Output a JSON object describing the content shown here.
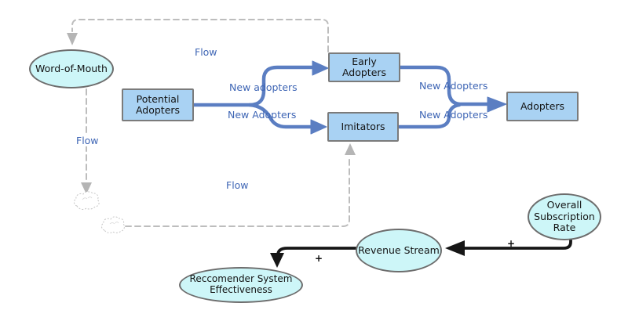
{
  "canvas": {
    "background": "#ffffff"
  },
  "colors": {
    "box_fill": "#a9d2f3",
    "box_border": "#7b7b7b",
    "ellipse_fill": "#cdf6f8",
    "ellipse_border": "#6d6d6d",
    "pipe_blue": "#5b7ec2",
    "label_blue": "#3f66b5",
    "dashed_gray": "#bdbdbd",
    "arrow_black": "#161616"
  },
  "nodes": {
    "word_of_mouth": {
      "label": "Word-of-Mouth"
    },
    "potential_adopters": {
      "label": "Potential\nAdopters"
    },
    "early_adopters": {
      "label": "Early\nAdopters"
    },
    "imitators": {
      "label": "Imitators"
    },
    "adopters": {
      "label": "Adopters"
    },
    "revenue_stream": {
      "label": "Revenue Stream"
    },
    "overall_subscription_rate": {
      "label": "Overall\nSubscription\nRate"
    },
    "recommender_system_effectiveness": {
      "label": "Reccomender System\nEffectiveness"
    }
  },
  "labels": {
    "flow_top": "Flow",
    "flow_left": "Flow",
    "flow_bottom": "Flow",
    "new_adopters_upper_left": "New adopters",
    "new_adopters_lower_left": "New Adopters",
    "new_adopters_upper_right": "New Adopters",
    "new_adopters_lower_right": "New Adopters",
    "plus_subscription_to_revenue": "+",
    "plus_revenue_to_recommender": "+"
  }
}
